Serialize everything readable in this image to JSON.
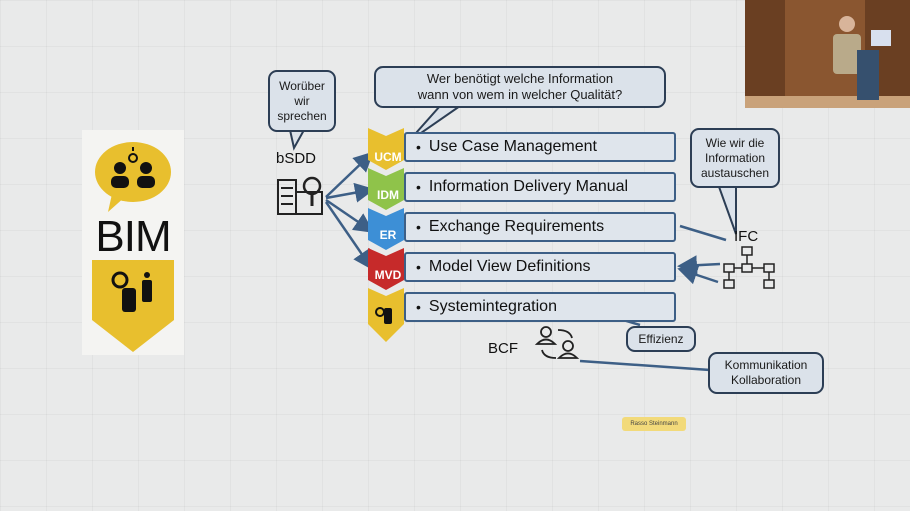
{
  "bim": {
    "label": "BIM"
  },
  "bsdd": {
    "label": "bSDD"
  },
  "ifc": {
    "label": "IFC"
  },
  "bcf": {
    "label": "BCF"
  },
  "callouts": {
    "woruber": "Worüber\nwir\nsprechen",
    "wer": "Wer benötigt welche Information\nwann von wem in welcher Qualität?",
    "wie": "Wie wir die\nInformation\naustauschen",
    "effizienz": "Effizienz",
    "kommunikation": "Kommunikation\nKollaboration"
  },
  "rows": [
    {
      "tag": "UCM",
      "text": "Use Case Management",
      "color": "#e8bf2e"
    },
    {
      "tag": "IDM",
      "text": "Information Delivery Manual",
      "color": "#8fc34a"
    },
    {
      "tag": "ER",
      "text": "Exchange Requirements",
      "color": "#3d8fd6"
    },
    {
      "tag": "MVD",
      "text": "Model View Definitions",
      "color": "#c62a2a"
    },
    {
      "tag": "",
      "text": "Systemintegration",
      "color": "#e8bf2e"
    }
  ],
  "bullet": "•",
  "nametag": "Rasso Steinmann",
  "colors": {
    "arrow": "#3d5f86",
    "callout_border": "#2c3e55",
    "bim_yellow": "#e8bf2e"
  }
}
